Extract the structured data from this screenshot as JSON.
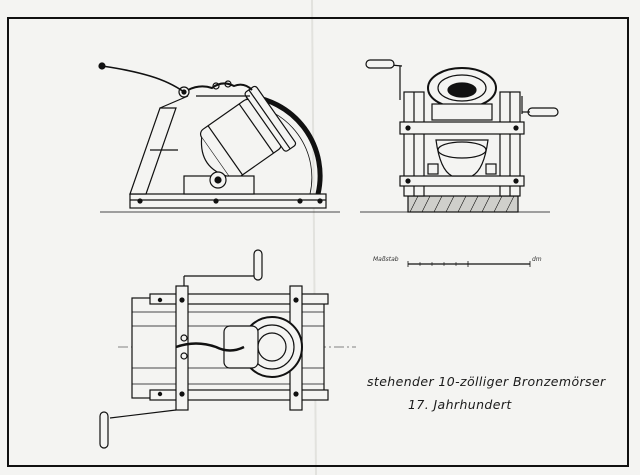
{
  "caption": {
    "title": "stehender 10-zölliger Bronzemörser",
    "century": "17. Jahrhundert"
  },
  "scale_bar": {
    "label": "Maßstab",
    "unit": "dm"
  }
}
